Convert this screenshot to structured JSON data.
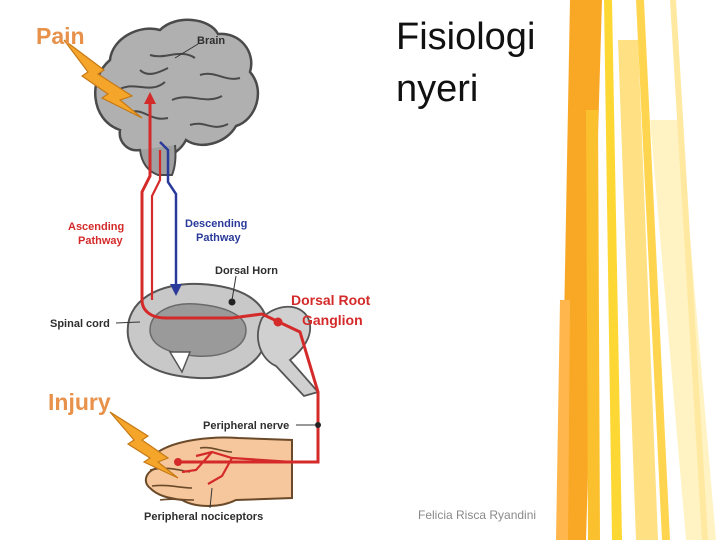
{
  "slide": {
    "title_lines": [
      "Fisiologi",
      "nyeri"
    ],
    "footer": "Felicia Risca Ryandini"
  },
  "diagram": {
    "labels": {
      "pain": "Pain",
      "brain": "Brain",
      "ascending_1": "Ascending",
      "ascending_2": "Pathway",
      "descending_1": "Descending",
      "descending_2": "Pathway",
      "dorsal_horn": "Dorsal Horn",
      "dorsal_root_1": "Dorsal Root",
      "dorsal_root_2": "Ganglion",
      "spinal_cord": "Spinal cord",
      "injury": "Injury",
      "peripheral_nerve": "Peripheral nerve",
      "peripheral_nociceptors": "Peripheral nociceptors"
    },
    "colors": {
      "ascending": "#d42a2a",
      "descending": "#2a3a9a",
      "bolt": "#f4a52a",
      "heading": "#e8914a",
      "label_red": "#d42a2a",
      "brain": "#a8a8a8",
      "cord": "#bdbdbd",
      "skin": "#f6c79c"
    }
  },
  "decoration": {
    "stripe_colors": [
      "#f9a825",
      "#fbc02d",
      "#fdd835",
      "#ffe082",
      "#fff3c4"
    ]
  }
}
